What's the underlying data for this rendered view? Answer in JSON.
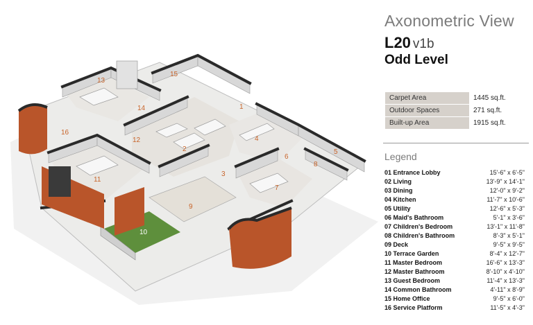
{
  "header": {
    "title": "Axonometric View",
    "unit_code": "L20",
    "unit_version": "v1b",
    "level": "Odd Level"
  },
  "areas": [
    {
      "label": "Carpet Area",
      "value": "1445 sq.ft."
    },
    {
      "label": "Outdoor Spaces",
      "value": "271 sq.ft."
    },
    {
      "label": "Built-up Area",
      "value": "1915 sq.ft."
    }
  ],
  "legend": {
    "title": "Legend",
    "items": [
      {
        "name": "01 Entrance Lobby",
        "dims": "15'-6\" x 6'-5\""
      },
      {
        "name": "02 Living",
        "dims": "13'-9\" x 14'-1\""
      },
      {
        "name": "03 Dining",
        "dims": "12'-0\" x 9'-2\""
      },
      {
        "name": "04 Kitchen",
        "dims": "11'-7\" x 10'-6\""
      },
      {
        "name": "05 Utility",
        "dims": "12'-6\" x 5'-3\""
      },
      {
        "name": "06 Maid's Bathroom",
        "dims": "5'-1\" x 3'-6\""
      },
      {
        "name": "07 Children's Bedroom",
        "dims": "13'-1\" x 11'-8\""
      },
      {
        "name": "08 Children's Bathroom",
        "dims": "8'-3\" x 5'-1\""
      },
      {
        "name": "09 Deck",
        "dims": "9'-5\" x 9'-5\""
      },
      {
        "name": "10 Terrace Garden",
        "dims": "8'-4\" x 12'-7\""
      },
      {
        "name": "11 Master Bedroom",
        "dims": "16'-6\" x 13'-3\""
      },
      {
        "name": "12 Master Bathroom",
        "dims": "8'-10\" x 4'-10\""
      },
      {
        "name": "13 Guest Bedroom",
        "dims": "11'-4\" x 13'-3\""
      },
      {
        "name": "14 Common Bathroom",
        "dims": "4'-11\" x 8'-9\""
      },
      {
        "name": "15 Home Office",
        "dims": "9'-5\" x 6'-0\""
      },
      {
        "name": "16 Service Platform",
        "dims": "11'-5\" x 4'-3\""
      }
    ]
  },
  "plan_labels": [
    "1",
    "2",
    "3",
    "4",
    "5",
    "6",
    "7",
    "8",
    "9",
    "10",
    "11",
    "12",
    "13",
    "14",
    "15",
    "16"
  ],
  "colors": {
    "wall_cap": "#2a2a2a",
    "wall_face": "#d9d9d9",
    "brick": "#b9552a",
    "garden": "#5e8f3c",
    "deck": "#e4e0d8",
    "label": "#c8642a"
  }
}
